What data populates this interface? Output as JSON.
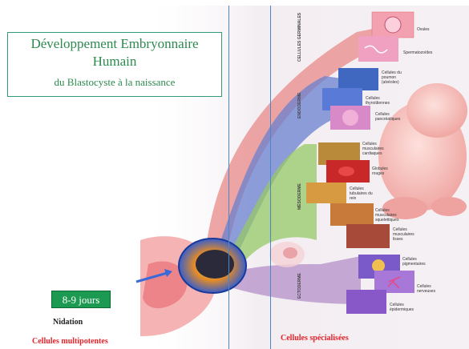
{
  "title": {
    "line1": "Développement Embryonnaire",
    "line2": "Humain",
    "line3": "du Blastocyste  à la naissance"
  },
  "stage_badge": "8-9 jours",
  "nidation_label": "Nidation",
  "left_footer": "Cellules multipotentes",
  "right_footer": "Cellules spécialisées",
  "germ_layers": [
    {
      "label": "CELLULES GERMINALES",
      "color": "#e88a88"
    },
    {
      "label": "ENDODERME",
      "color": "#6a80cf"
    },
    {
      "label": "MÉSODERME",
      "color": "#96c866"
    },
    {
      "label": "ECTODERME",
      "color": "#b48fc8"
    }
  ],
  "cell_labels": [
    {
      "text": "Ovules"
    },
    {
      "text": "Spermatozoïdes"
    },
    {
      "text": "Cellules du poumon (alvéoles)"
    },
    {
      "text": "Cellules thyroïdiennes"
    },
    {
      "text": "Cellules pancréatiques"
    },
    {
      "text": "Cellules musculaires cardiaques"
    },
    {
      "text": "Globules rouges"
    },
    {
      "text": "Cellules tubulaires du rein"
    },
    {
      "text": "Cellules musculaires squelettiques"
    },
    {
      "text": "Cellules musculaires lisses"
    },
    {
      "text": "Cellules pigmentaires"
    },
    {
      "text": "Cellules nerveuses"
    },
    {
      "text": "Cellules épidermiques"
    }
  ],
  "colors": {
    "title_text": "#2c8a4f",
    "title_border": "#2f9a7c",
    "badge_bg": "#1c9a52",
    "footer_red": "#e3242b",
    "divider_blue": "#4a86c8"
  }
}
